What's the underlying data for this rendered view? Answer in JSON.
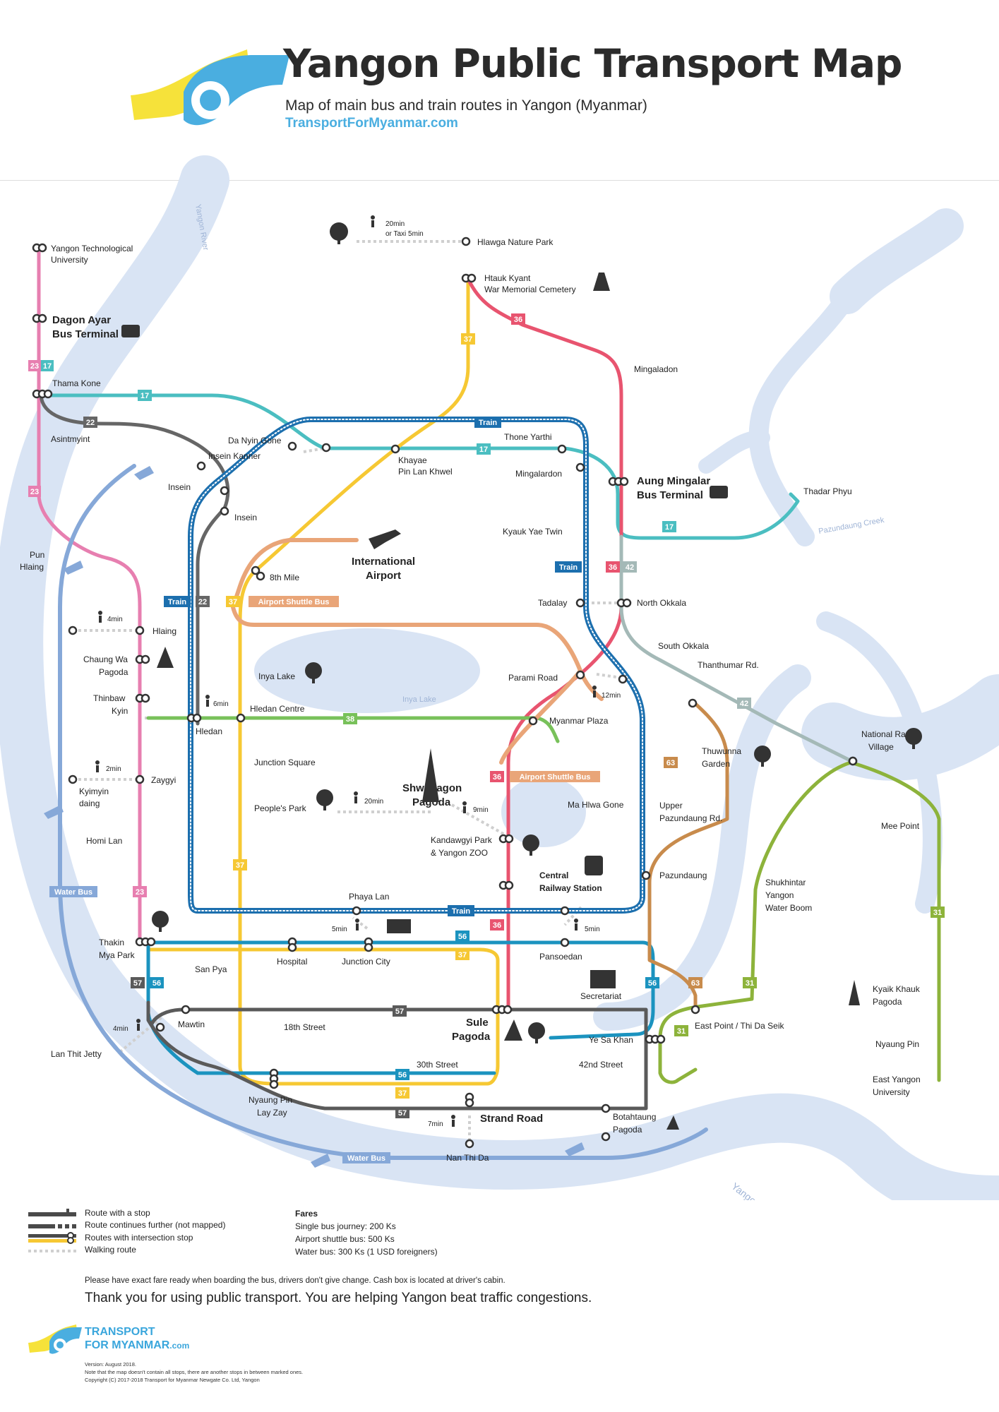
{
  "header": {
    "title": "Yangon Public Transport Map",
    "subtitle": "Map of main bus and train routes in Yangon (Myanmar)",
    "website": "TransportForMyanmar.com"
  },
  "colors": {
    "route_17": "#4bbec1",
    "route_22": "#666666",
    "route_23": "#e77fb0",
    "route_36": "#e8546f",
    "route_37": "#f6c833",
    "route_38": "#78c15a",
    "route_42": "#a4b9b7",
    "route_56": "#1b93bf",
    "route_57": "#5a5a5a",
    "route_63": "#c88b4c",
    "route_31": "#8db33b",
    "train": "#1c6fae",
    "airport_shuttle": "#e9a578",
    "water_bus": "#86a8d8",
    "water": "#d9e4f4"
  },
  "routes": {
    "r17": "17",
    "r22": "22",
    "r23": "23",
    "r36": "36",
    "r37": "37",
    "r38": "38",
    "r42": "42",
    "r56": "56",
    "r57": "57",
    "r63": "63",
    "r31": "31",
    "train": "Train",
    "airport_shuttle": "Airport Shuttle Bus",
    "water_bus": "Water Bus"
  },
  "rivers": {
    "yangon_river": "Yangon River",
    "pazundaung_creek": "Pazundaung Creek",
    "inya_lake": "Inya Lake"
  },
  "stops": {
    "yangon_tech_uni_1": "Yangon Technological",
    "yangon_tech_uni_2": "University",
    "dagon_ayar_1": "Dagon Ayar",
    "dagon_ayar_2": "Bus Terminal",
    "thama_kone": "Thama Kone",
    "asintmyint": "Asintmyint",
    "insein_kanner": "Insein Kanner",
    "insein": "Insein",
    "insein_port": "Insein",
    "da_nyin_gone": "Da Nyin Gone",
    "khayae_1": "Khayae",
    "khayae_2": "Pin Lan Khwel",
    "thone_yarthi": "Thone Yarthi",
    "mingalardon": "Mingalardon",
    "mingaladon": "Mingaladon",
    "hlawga": "Hlawga Nature Park",
    "htauk_kyant_1": "Htauk Kyant",
    "htauk_kyant_2": "War Memorial Cemetery",
    "aung_mingalar_1": "Aung Mingalar",
    "aung_mingalar_2": "Bus Terminal",
    "thadar_phyu": "Thadar Phyu",
    "kyauk_yae_twin": "Kyauk Yae Twin",
    "tadalay": "Tadalay",
    "north_okkala": "North Okkala",
    "south_okkala": "South Okkala",
    "thanthumar": "Thanthumar Rd.",
    "pun_hlaing_1": "Pun",
    "pun_hlaing_2": "Hlaing",
    "hlaing": "Hlaing",
    "chaung_wa_1": "Chaung Wa",
    "chaung_wa_2": "Pagoda",
    "thinbaw_kyin_1": "Thinbaw",
    "thinbaw_kyin_2": "Kyin",
    "hledan": "Hledan",
    "hledan_centre": "Hledan Centre",
    "eighth_mile": "8th Mile",
    "intl_airport_1": "International",
    "intl_airport_2": "Airport",
    "inya_lake": "Inya Lake",
    "parami": "Parami Road",
    "myanmar_plaza": "Myanmar Plaza",
    "national_races_1": "National Races",
    "national_races_2": "Village",
    "thuwunna_1": "Thuwunna",
    "thuwunna_2": "Garden",
    "junction_square": "Junction Square",
    "zaygyi": "Zaygyi",
    "kyimyin_1": "Kyimyin",
    "kyimyin_2": "daing",
    "peoples_park": "People's Park",
    "shwedagon_1": "Shwedagon",
    "shwedagon_2": "Pagoda",
    "ma_hlwa_gone": "Ma Hlwa Gone",
    "upper_pazundaung_1": "Upper",
    "upper_pazundaung_2": "Pazundaung Rd.",
    "mee_point": "Mee Point",
    "homi_lan": "Homi Lan",
    "kandawgyi_1": "Kandawgyi Park",
    "kandawgyi_2": "& Yangon ZOO",
    "central_railway_1": "Central",
    "central_railway_2": "Railway Station",
    "pazundaung": "Pazundaung",
    "shukhintar_1": "Shukhintar",
    "shukhintar_2": "Yangon",
    "shukhintar_3": "Water Boom",
    "phaya_lan": "Phaya Lan",
    "thakin_mya_1": "Thakin",
    "thakin_mya_2": "Mya Park",
    "hospital": "Hospital",
    "junction_city": "Junction City",
    "pansoedan": "Pansoedan",
    "san_pya": "San Pya",
    "secretariat": "Secretariat",
    "kyaik_khauk_1": "Kyaik Khauk",
    "kyaik_khauk_2": "Pagoda",
    "mawtin": "Mawtin",
    "eighteenth_street": "18th Street",
    "sule_1": "Sule",
    "sule_2": "Pagoda",
    "ye_sa_khan": "Ye Sa Khan",
    "east_point": "East Point / Thi Da Seik",
    "nyaung_pin": "Nyaung Pin",
    "lan_thit": "Lan Thit Jetty",
    "thirtieth_street": "30th Street",
    "fortysecond_street": "42nd Street",
    "east_yangon_uni_1": "East Yangon",
    "east_yangon_uni_2": "University",
    "nyaung_pin_lay_zay_1": "Nyaung Pin",
    "nyaung_pin_lay_zay_2": "Lay Zay",
    "strand_road": "Strand Road",
    "botahtaung_1": "Botahtaung",
    "botahtaung_2": "Pagoda",
    "nan_thi_da": "Nan Thi Da"
  },
  "walks": {
    "hlawga_1": "20min",
    "hlawga_2": "or Taxi 5min",
    "hlaing": "4min",
    "hledan": "6min",
    "myanmar_plaza": "12min",
    "zaygyi": "2min",
    "peoples_park": "20min",
    "shwedagon": "9min",
    "phaya_lan": "5min",
    "pansoedan": "5min",
    "lan_thit": "4min",
    "strand_road": "7min"
  },
  "legend": {
    "stop": "Route with a stop",
    "continues": "Route continues further (not mapped)",
    "intersection": "Routes with intersection stop",
    "walking": "Walking route"
  },
  "fares": {
    "title": "Fares",
    "single": "Single bus journey: 200 Ks",
    "airport": "Airport shuttle bus: 500 Ks",
    "water": "Water bus: 300 Ks (1 USD foreigners)"
  },
  "footer": {
    "note": "Please have exact fare ready when boarding the bus, drivers don't give change. Cash box is located at driver's cabin.",
    "thanks": "Thank you for using public transport. You are helping Yangon beat traffic congestions.",
    "brand_1": "TRANSPORT",
    "brand_2": "FOR MYANMAR",
    "brand_3": ".com",
    "version": "Version: August 2018.",
    "stops_note": "Note that the map doesn't contain all stops, there are another stops in between marked ones.",
    "copyright": "Copyright (C) 2017-2018 Transport for Myanmar Newgate Co. Ltd, Yangon"
  }
}
